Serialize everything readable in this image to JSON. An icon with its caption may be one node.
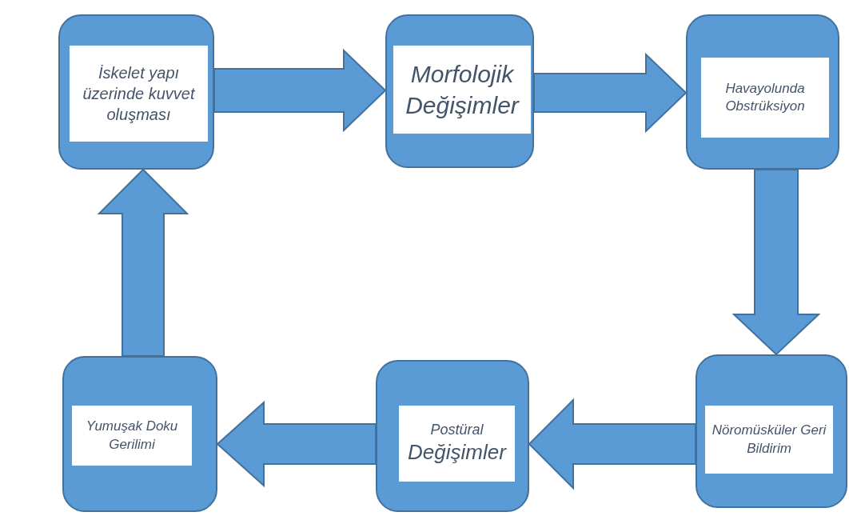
{
  "diagram": {
    "nodes": [
      {
        "text": [
          "İskelet yapı üzerinde kuvvet oluşması"
        ]
      },
      {
        "text": [
          "Morfolojik Değişimler"
        ]
      },
      {
        "text": [
          "Havayolunda Obstrüksiyon"
        ]
      },
      {
        "text": [
          "Nöromüsküler Geri Bildirim"
        ]
      },
      {
        "text": [
          "Postüral",
          "Değişimler"
        ]
      },
      {
        "text": [
          "Yumuşak Doku Gerilimi"
        ]
      }
    ],
    "edges": [
      {
        "from": 0,
        "to": 1,
        "arrow": "to"
      },
      {
        "from": 1,
        "to": 2,
        "arrow": "to"
      },
      {
        "from": 2,
        "to": 3,
        "arrow": "to"
      },
      {
        "from": 3,
        "to": 4,
        "arrow": "to"
      },
      {
        "from": 4,
        "to": 5,
        "arrow": "to"
      },
      {
        "from": 5,
        "to": 0,
        "arrow": "to"
      }
    ]
  }
}
